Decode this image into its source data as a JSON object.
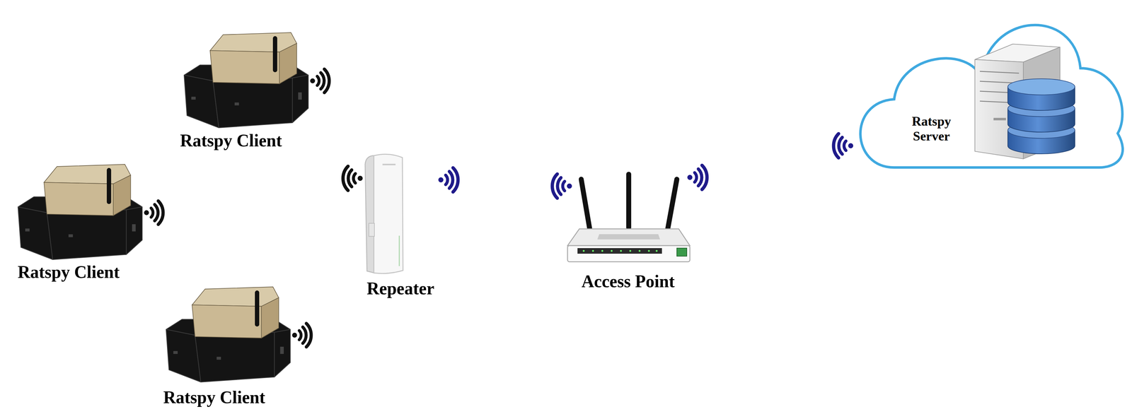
{
  "diagram": {
    "nodes": [
      {
        "text": [
          "Ratspy Client"
        ]
      },
      {
        "text": [
          "Ratspy Client"
        ]
      },
      {
        "text": [
          "Ratspy Client"
        ]
      },
      {
        "text": [
          "Repeater"
        ]
      },
      {
        "text": [
          "Access Point"
        ]
      },
      {
        "text": [
          "Ratspy Server"
        ]
      }
    ]
  }
}
